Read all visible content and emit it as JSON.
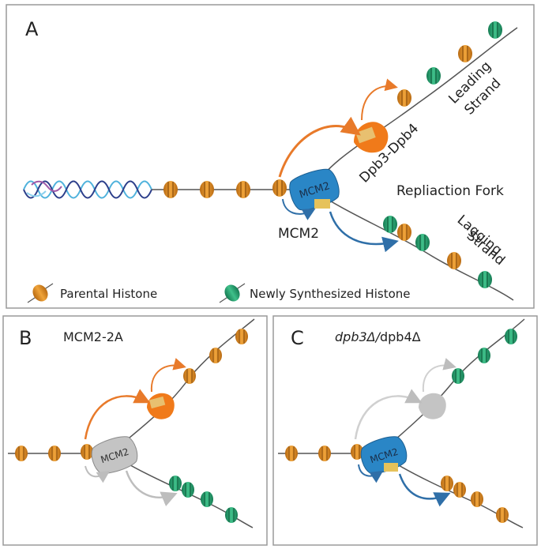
{
  "panel_a": {
    "label": "A",
    "dpb_label": "Dpb3-Dpb4",
    "mcm_protein": "MCM2",
    "mcm_caption": "MCM2",
    "fork_label": "Repliaction Fork",
    "leading_line1": "Leading",
    "leading_line2": "Strand",
    "lagging_line1": "Lagging",
    "lagging_line2": "Strand",
    "legend_parental": "Parental Histone",
    "legend_new": "Newly Synthesized Histone"
  },
  "panel_b": {
    "label": "B",
    "title": "MCM2-2A",
    "mcm_protein": "MCM2"
  },
  "panel_c": {
    "label": "C",
    "title_italic": "dpb3Δ/",
    "title_rest": "dpb4Δ",
    "mcm_protein": "MCM2"
  },
  "colors": {
    "parental_histone": "#d98a1e",
    "new_histone": "#1e9a66",
    "mcm2": "#2a86c6",
    "dpb": "#f07a1a",
    "grey_protein": "#c4c4c4",
    "arrow_orange": "#e87a2a",
    "arrow_blue": "#2f6fa8",
    "panel_border": "#9a9a9a"
  }
}
